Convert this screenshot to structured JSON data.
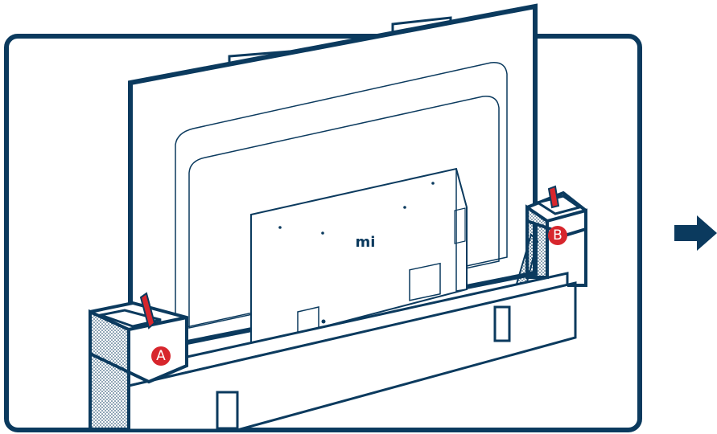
{
  "diagram": {
    "markers": [
      {
        "id": "A",
        "label": "A"
      },
      {
        "id": "B",
        "label": "B"
      }
    ],
    "logo_text": "mi",
    "next_step_arrow": "arrow-right-icon"
  },
  "colors": {
    "outline": "#0b3a5e",
    "marker_fill": "#d7262d",
    "strap": "#d7262d",
    "background": "#ffffff",
    "foam_dots": "#0b3a5e"
  }
}
